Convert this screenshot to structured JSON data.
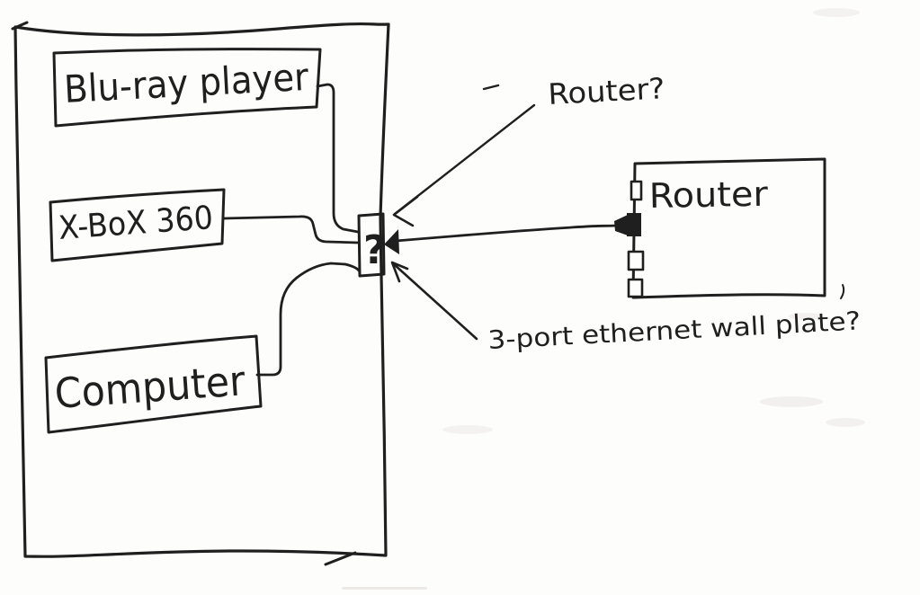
{
  "page": {
    "paper_color": "#fdfdfc",
    "ink_color": "#1f1f1f"
  },
  "diagram": {
    "devices": {
      "bluray": {
        "label": "Blu-ray player"
      },
      "xbox": {
        "label": "X-BoX 360"
      },
      "computer": {
        "label": "Computer"
      }
    },
    "wall_plate": {
      "label": "?"
    },
    "router": {
      "label": "Router"
    },
    "annotations": {
      "router_question": {
        "text": "Router?"
      },
      "plate_question": {
        "text": "3-port ethernet wall plate?"
      }
    }
  }
}
